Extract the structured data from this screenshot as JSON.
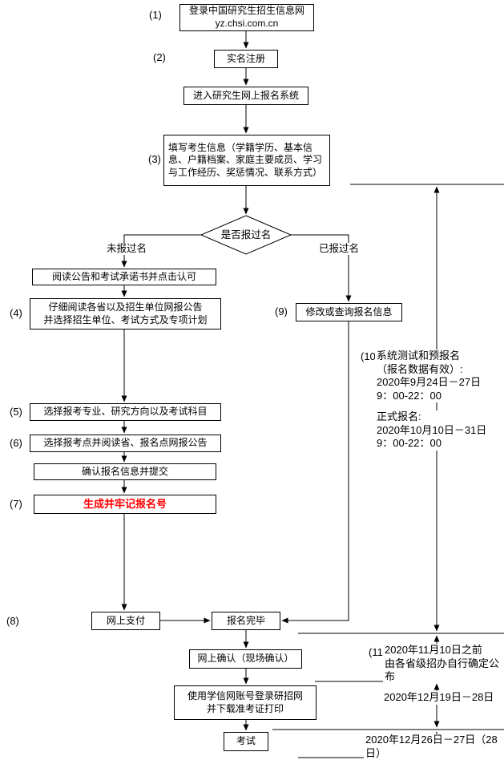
{
  "steps": {
    "s1": "(1)",
    "s2": "(2)",
    "s3": "(3)",
    "s4": "(4)",
    "s5": "(5)",
    "s6": "(6)",
    "s7": "(7)",
    "s8": "(8)",
    "s9": "(9)",
    "s10": "(10)",
    "s11": "(11)"
  },
  "nodes": {
    "login": "登录中国研究生招生信息网\nyz.chsi.com.cn",
    "register": "实名注册",
    "enter_system": "进入研究生网上报名系统",
    "fill_info": "填写考生信息（学籍学历、基本信\n息、户籍档案、家庭主要成员、学习\n与工作经历、奖惩情况、联系方式）",
    "decision": "是否报过名",
    "branch_no": "未报过名",
    "branch_yes": "已报过名",
    "read_notice": "阅读公告和考试承诺书并点击认可",
    "read_province": "仔细阅读各省以及招生单位网报公告\n并选择招生单位、考试方式及专项计划",
    "modify_query": "修改或查询报名信息",
    "choose_major": "选择报考专业、研究方向以及考试科目",
    "choose_site": "选择报考点并阅读省、报名点网报公告",
    "confirm_submit": "确认报名信息并提交",
    "gen_number": "生成并牢记报名号",
    "pay_online": "网上支付",
    "done": "报名完毕",
    "online_confirm": "网上确认（现场确认）",
    "download_ticket": "使用学信网账号登录研招网\n并下载准考证打印",
    "exam": "考试"
  },
  "annotations": {
    "pre_registration": "系统测试和预报名\n（报名数据有效）:\n2020年9月24日－27日\n9：00-22：00",
    "formal_registration": "正式报名:\n2020年10月10日－31日\n9：00-22：00",
    "confirm_time": "2020年11月10日之前\n由各省级招办自行确定公布",
    "download_time": "2020年12月19日－28日",
    "exam_time": "2020年12月26日－27日（28日）"
  },
  "colors": {
    "highlight_red": "#ff0000",
    "line_black": "#000000",
    "background": "#ffffff"
  }
}
